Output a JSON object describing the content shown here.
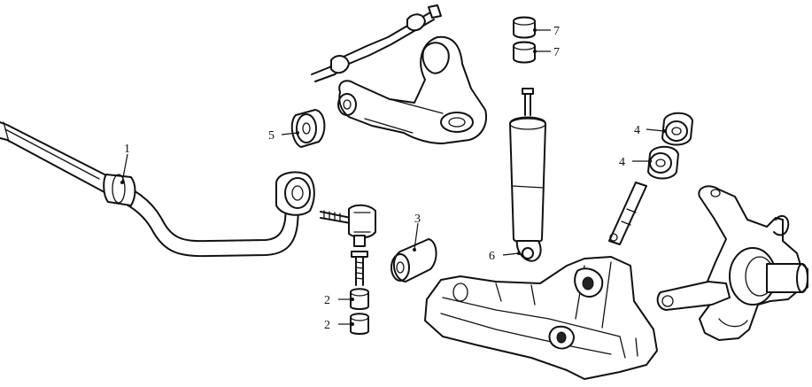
{
  "callouts": [
    {
      "id": "c1",
      "label": "1"
    },
    {
      "id": "c2a",
      "label": "2"
    },
    {
      "id": "c2b",
      "label": "2"
    },
    {
      "id": "c3",
      "label": "3"
    },
    {
      "id": "c4a",
      "label": "4"
    },
    {
      "id": "c4b",
      "label": "4"
    },
    {
      "id": "c5",
      "label": "5"
    },
    {
      "id": "c6",
      "label": "6"
    },
    {
      "id": "c7a",
      "label": "7"
    },
    {
      "id": "c7b",
      "label": "7"
    }
  ]
}
